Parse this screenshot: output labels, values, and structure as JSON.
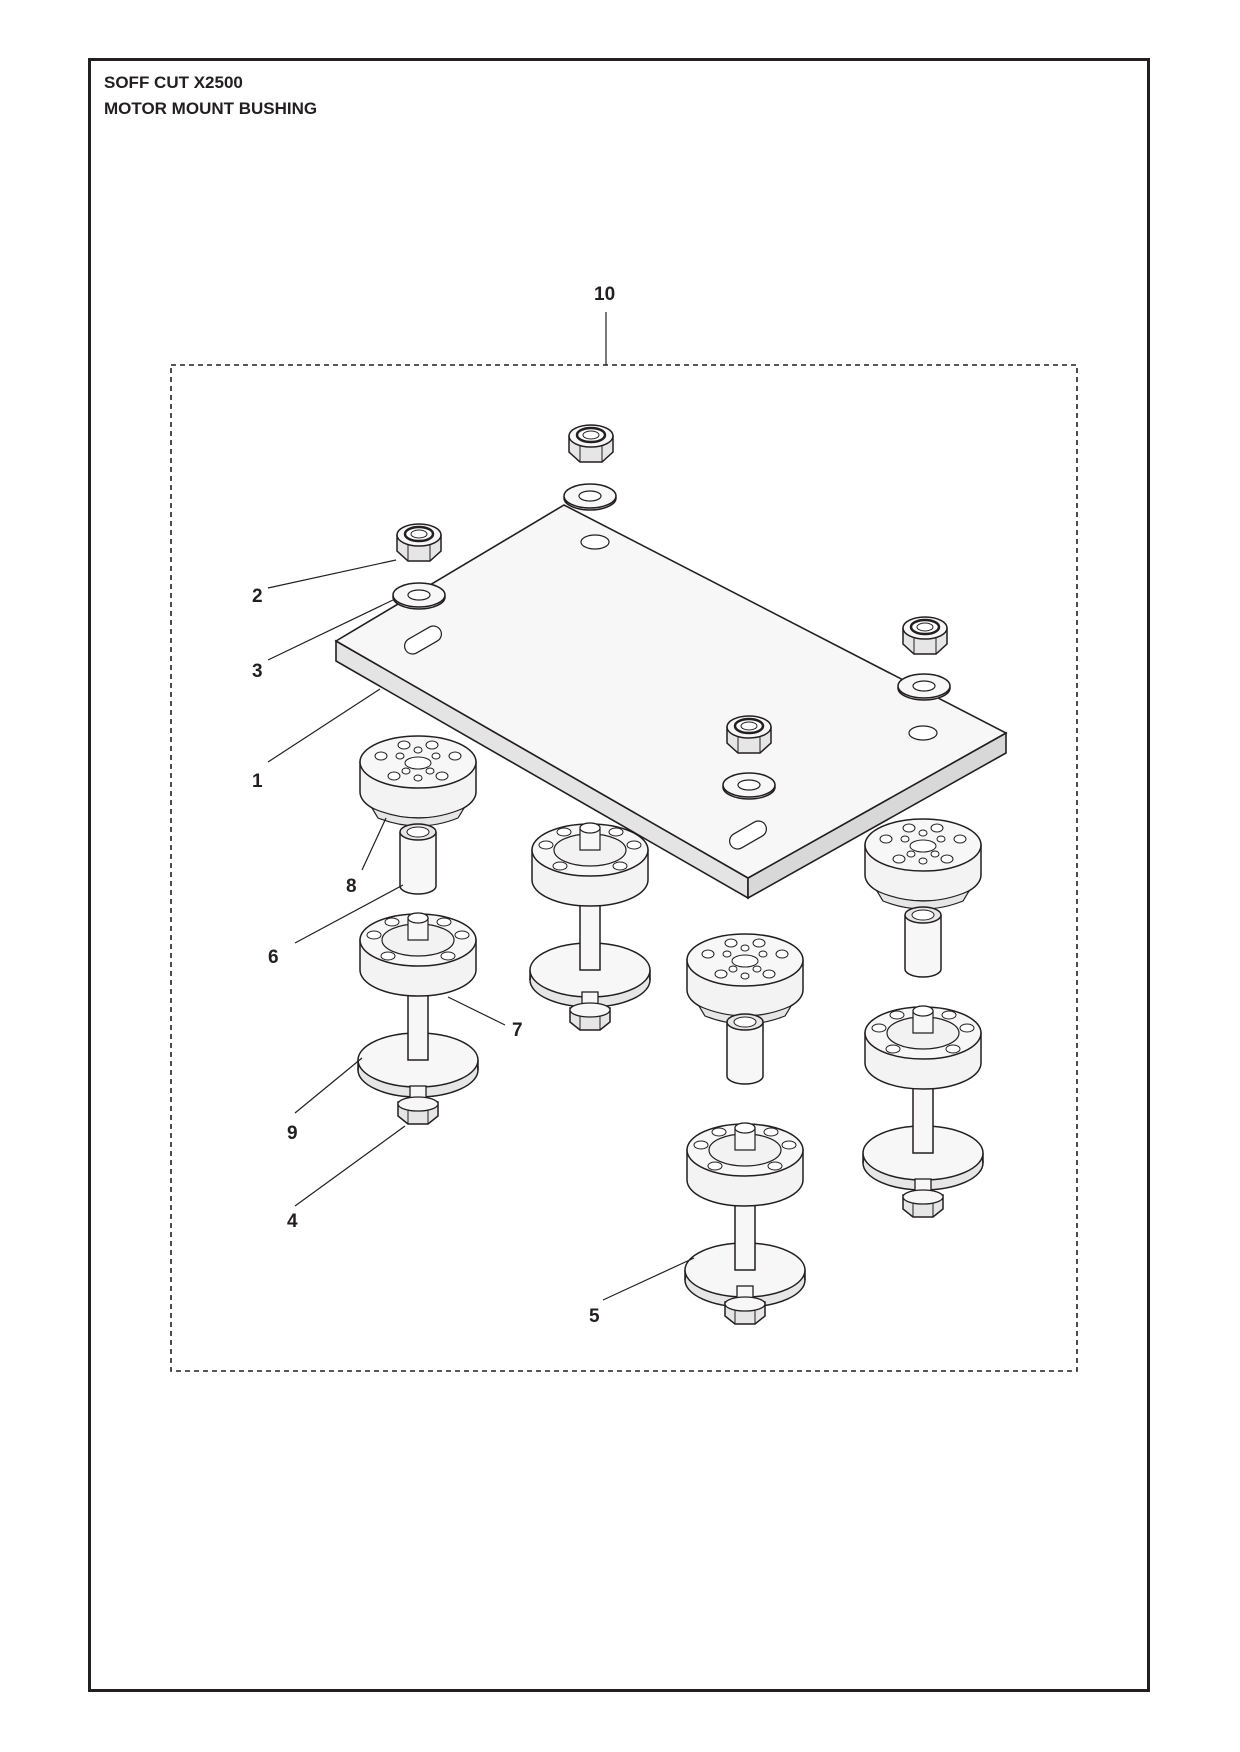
{
  "header": {
    "model": "SOFF CUT X2500",
    "assembly": "MOTOR MOUNT BUSHING"
  },
  "callouts": [
    "1",
    "2",
    "3",
    "4",
    "5",
    "6",
    "7",
    "8",
    "9",
    "10"
  ],
  "colors": {
    "line": "#231f20",
    "fill": "#f7f7f7",
    "shade": "#e6e6e6"
  },
  "icons": [
    "lock-nut-icon",
    "washer-icon",
    "mounting-plate-icon",
    "rubber-bushing-icon",
    "spacer-sleeve-icon",
    "bolt-icon",
    "large-washer-icon"
  ]
}
